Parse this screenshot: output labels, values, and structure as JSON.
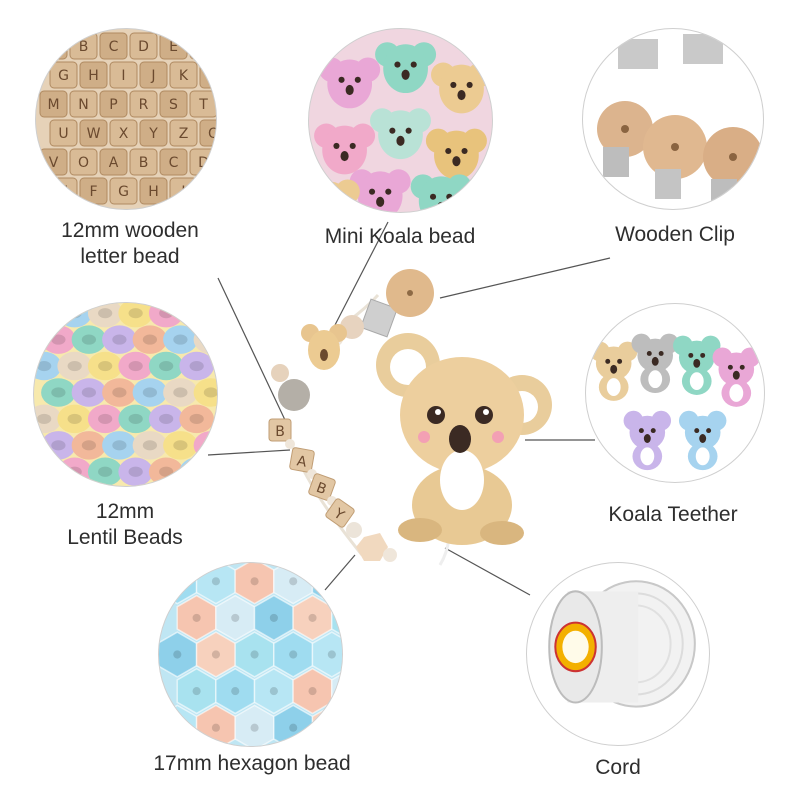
{
  "labels": {
    "wooden_letter_bead": "12mm wooden\nletter bead",
    "mini_koala_bead": "Mini Koala bead",
    "wooden_clip": "Wooden Clip",
    "lentil_beads": "12mm\nLentil Beads",
    "koala_teether": "Koala Teether",
    "hexagon_bead": "17mm hexagon bead",
    "cord": "Cord"
  },
  "letter_bead_letters": [
    "A",
    "B",
    "C",
    "D",
    "E",
    "F",
    "G",
    "H",
    "I",
    "J",
    "K",
    "L",
    "M",
    "N",
    "P",
    "R",
    "S",
    "T",
    "U",
    "W",
    "X",
    "Y",
    "Z",
    "Q",
    "V",
    "O"
  ],
  "chain_letters": [
    "B",
    "A",
    "B",
    "Y"
  ],
  "colors": {
    "wood": "#d8b48c",
    "wood_dark": "#b58a5e",
    "koala_beige": "#e8cc9a",
    "mint": "#8fd7c4",
    "pink": "#e9a7d6",
    "blue": "#a6d3ef",
    "purple": "#c9b5ea",
    "yellow": "#f6e08a",
    "peach": "#f2b89a",
    "line": "#555555"
  }
}
